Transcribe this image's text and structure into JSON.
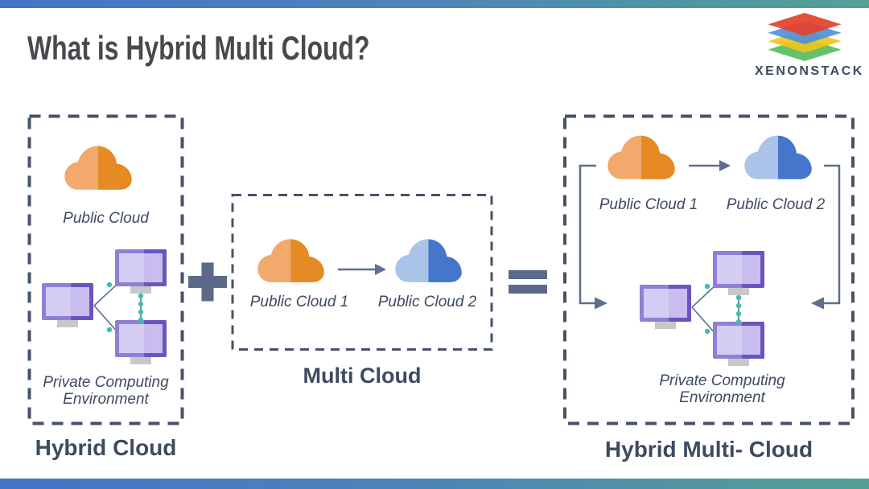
{
  "page": {
    "title": "What is Hybrid Multi Cloud?"
  },
  "brand": {
    "wordmark": "XENONSTACK"
  },
  "operators": {
    "plus": "+",
    "equals": "="
  },
  "colors": {
    "bar_gradient_start": "#4473C9",
    "bar_gradient_end": "#54A095",
    "dashed_border": "#46526A",
    "connector": "#5E6E8C",
    "operator": "#5A6A88",
    "cloud_orange_light": "#F1AA6C",
    "cloud_orange_dark": "#E58A25",
    "cloud_blue_light": "#AAC4E9",
    "cloud_blue_dark": "#4576CB",
    "monitor_frame_light": "#8F80D4",
    "monitor_frame_dark": "#6C53BD",
    "monitor_screen_light": "#D4CDF3",
    "monitor_screen_dark": "#C8BDEE",
    "monitor_stand": "#C8C8C8",
    "node_dot_teal": "#40BEB0",
    "heading_text": "#47494E",
    "section_title_text": "#3D4A5F",
    "italic_label_text": "#3E4A63",
    "logo_layer_red": "#E5402B",
    "logo_layer_blue": "#4A90DC",
    "logo_layer_yellow": "#F0C41C",
    "logo_layer_green": "#57BA58"
  },
  "hybrid_cloud": {
    "title": "Hybrid Cloud",
    "public_cloud_label": "Public Cloud",
    "private_env_label": "Private Computing Environment"
  },
  "multi_cloud": {
    "title": "Multi Cloud",
    "cloud1_label": "Public Cloud 1",
    "cloud2_label": "Public Cloud 2"
  },
  "hybrid_multi_cloud": {
    "title": "Hybrid Multi- Cloud",
    "cloud1_label": "Public Cloud 1",
    "cloud2_label": "Public Cloud 2",
    "private_env_label": "Private Computing Environment"
  }
}
